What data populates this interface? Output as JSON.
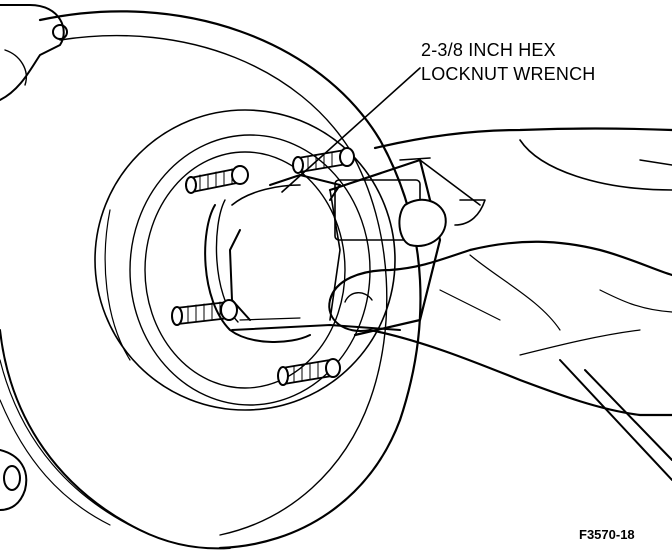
{
  "callout": {
    "line1": "2-3/8 INCH HEX",
    "line2": "LOCKNUT WRENCH"
  },
  "figure_id": "F3570-18"
}
